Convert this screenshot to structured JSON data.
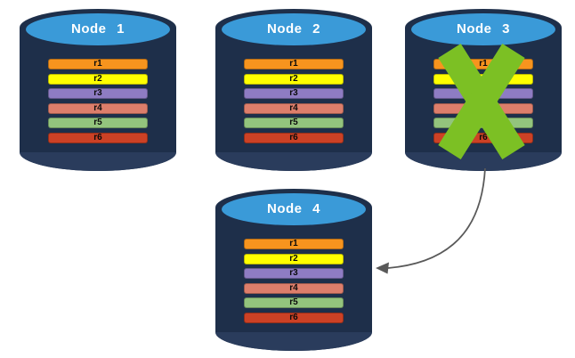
{
  "diagram_name": "replicated-records-node-failover",
  "colors": {
    "background": "#FFFFFF",
    "cylinder_body": "#1E2F4A",
    "cylinder_bottom": "#2A3C5C",
    "cylinder_top": "#3A9AD8",
    "title_text": "#FFFFFF",
    "record_text": "#0A0A0A",
    "failure_x": "#7CC024",
    "arrow": "#595959"
  },
  "nodes": [
    {
      "id": "node-1",
      "label": "Node 1",
      "status": "active"
    },
    {
      "id": "node-2",
      "label": "Node 2",
      "status": "active"
    },
    {
      "id": "node-3",
      "label": "Node 3",
      "status": "failed"
    },
    {
      "id": "node-4",
      "label": "Node 4",
      "status": "active"
    }
  ],
  "records": [
    {
      "label": "r1",
      "color": "#F7941E"
    },
    {
      "label": "r2",
      "color": "#FFFF00"
    },
    {
      "label": "r3",
      "color": "#8E7CC3"
    },
    {
      "label": "r4",
      "color": "#DD7E6B"
    },
    {
      "label": "r5",
      "color": "#93C47D"
    },
    {
      "label": "r6",
      "color": "#CC4125"
    }
  ],
  "arrow": {
    "from": "Node 3",
    "to": "Node 4"
  }
}
